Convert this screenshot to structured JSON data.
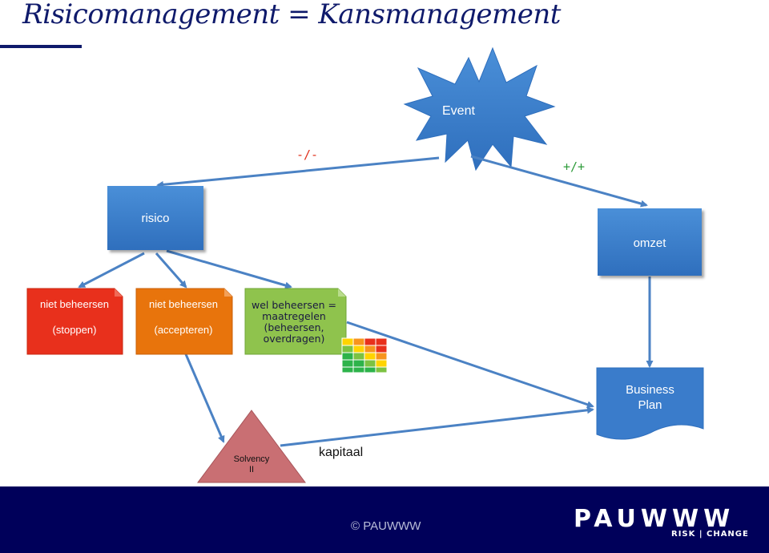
{
  "title": "Risicomanagement = Kansmanagement",
  "event": "Event",
  "minus_label": "-/-",
  "plus_label": "+/+",
  "risico": "risico",
  "omzet": "omzet",
  "stoppen": {
    "line1": "niet beheersen",
    "line2": "(stoppen)"
  },
  "accepteren": {
    "line1": "niet beheersen",
    "line2": "(accepteren)"
  },
  "beheersen": {
    "lines": [
      "wel beheersen =",
      "maatregelen",
      "(beheersen,",
      "overdragen)"
    ]
  },
  "business_plan": {
    "line1": "Business",
    "line2": "Plan"
  },
  "solvency": {
    "line1": "Solvency",
    "line2": "II"
  },
  "kapitaal": "kapitaal",
  "footer": {
    "copyright": "© PAUWWW",
    "logo": "PAUWWW",
    "logo_sub": "RISK | CHANGE"
  },
  "colors": {
    "title": "#0f1a6b",
    "blue_box": "#3a7ccb",
    "red": "#e8301c",
    "orange": "#e8740c",
    "green": "#8fc34d",
    "triangle": "#c96f73",
    "footer": "#00005a"
  }
}
